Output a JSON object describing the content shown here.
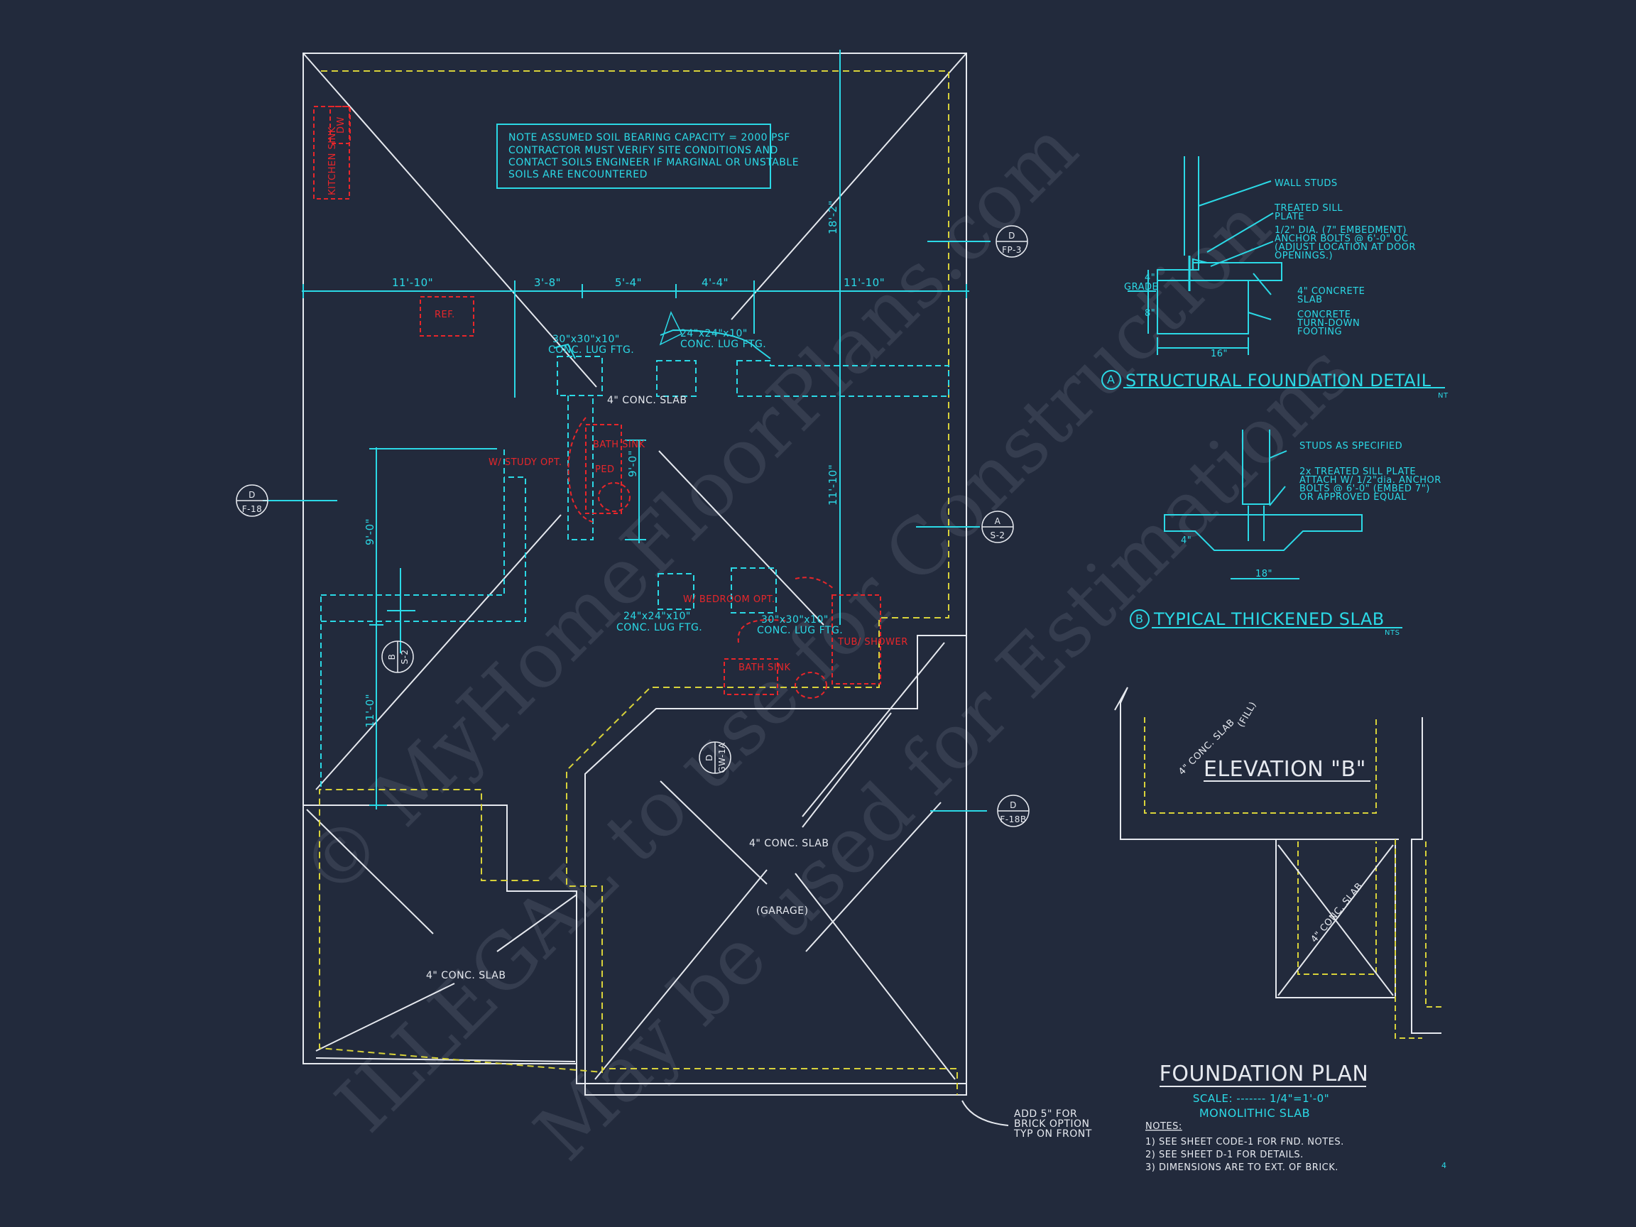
{
  "note_box": {
    "lines": [
      "NOTE ASSUMED SOIL BEARING CAPACITY = 2000 PSF",
      "CONTRACTOR MUST VERIFY SITE CONDITIONS AND",
      "CONTACT SOILS ENGINEER IF MARGINAL OR UNSTABLE",
      "SOILS ARE ENCOUNTERED"
    ]
  },
  "dimensions": {
    "d1": "11'-10\"",
    "d2": "3'-8\"",
    "d3": "5'-4\"",
    "d4": "4'-4\"",
    "d5": "11'-10\"",
    "v_top": "18'-2\"",
    "v_mid": "11'-10\"",
    "v_left_a": "9'-0\"",
    "v_left_b": "11'-0\"",
    "v_bath": "9'-0\""
  },
  "labels": {
    "kitchen_sink": "KITCHEN SINK",
    "dw": "DW",
    "ref": "REF.",
    "lug1": "30\"x30\"x10\"",
    "lug1b": "CONC. LUG FTG.",
    "lug2": "24\"x24\"x10\"",
    "lug2b": "CONC. LUG FTG.",
    "lug3": "24\"x24\"x10\"",
    "lug3b": "CONC. LUG FTG.",
    "lug4": "30\"x30\"x10\"",
    "lug4b": "CONC. LUG FTG.",
    "slab_main": "4\" CONC. SLAB",
    "slab_garage": "4\" CONC. SLAB",
    "slab_porch": "4\" CONC. SLAB",
    "garage": "(GARAGE)",
    "study_opt": "W/ STUDY OPT.",
    "bedroom_opt": "W/ BEDROOM OPT.",
    "bath_sink": "BATH SINK",
    "ped": "PED",
    "bath_sink2": "BATH SINK",
    "tub_shower": "TUB/ SHOWER",
    "brick_note": [
      "ADD 5\" FOR",
      "BRICK OPTION",
      "TYP ON FRONT"
    ]
  },
  "callouts": [
    {
      "letter": "D",
      "sheet": "FP-3"
    },
    {
      "letter": "D",
      "sheet": "F-18"
    },
    {
      "letter": "A",
      "sheet": "S-2"
    },
    {
      "letter": "B",
      "sheet": "S-2"
    },
    {
      "letter": "D",
      "sheet": "GW-1A"
    },
    {
      "letter": "D",
      "sheet": "F-18B"
    }
  ],
  "detail_a": {
    "letter": "A",
    "title": "STRUCTURAL FOUNDATION DETAIL",
    "scale": "NT",
    "wall_studs": "WALL STUDS",
    "sill": [
      "TREATED SILL",
      "PLATE"
    ],
    "bolts": [
      "1/2\" DIA. (7\" EMBEDMENT)",
      "ANCHOR BOLTS @ 6'-0\" OC",
      "(ADJUST LOCATION AT DOOR",
      "OPENINGS.)"
    ],
    "slab": [
      "4\" CONCRETE",
      "SLAB"
    ],
    "footing": [
      "CONCRETE",
      "TURN-DOWN",
      "FOOTING"
    ],
    "grade": "GRADE",
    "dim_16": "16\"",
    "dim_8": "8\"",
    "dim_4": "4\""
  },
  "detail_b": {
    "letter": "B",
    "title": "TYPICAL THICKENED SLAB",
    "scale": "NTS",
    "studs": "STUDS AS SPECIFIED",
    "plate": [
      "2x TREATED SILL PLATE",
      "ATTACH W/ 1/2\"dia. ANCHOR",
      "BOLTS @ 6'-0\" (EMBED 7\")",
      "OR APPROVED EQUAL"
    ],
    "dim_18": "18\"",
    "dim_4": "4\""
  },
  "elevation_b": {
    "title": "ELEVATION \"B\"",
    "slab": "4\" CONC. SLAB",
    "fill": "(FILL)",
    "slab2": "4\" CONC. SLAB"
  },
  "title_block": {
    "title": "FOUNDATION PLAN",
    "scale": "SCALE: ------- 1/4\"=1'-0\"",
    "type": "MONOLITHIC SLAB",
    "notes_head": "NOTES:",
    "notes": [
      "1)  SEE SHEET CODE-1 FOR FND. NOTES.",
      "2)  SEE SHEET D-1 FOR DETAILS.",
      "3)  DIMENSIONS ARE TO EXT. OF BRICK."
    ],
    "page_mark": "4"
  },
  "watermark": {
    "line1": "© MyHomeFloorPlans.com",
    "line2": "ILLEGAL to use for Construction",
    "line3": "May be used for Estimations"
  },
  "colors": {
    "background": "#222a3c",
    "cyan": "#2bd9e6",
    "white": "#e6e9ef",
    "yellow": "#d8d23a",
    "red": "#e8262a"
  }
}
